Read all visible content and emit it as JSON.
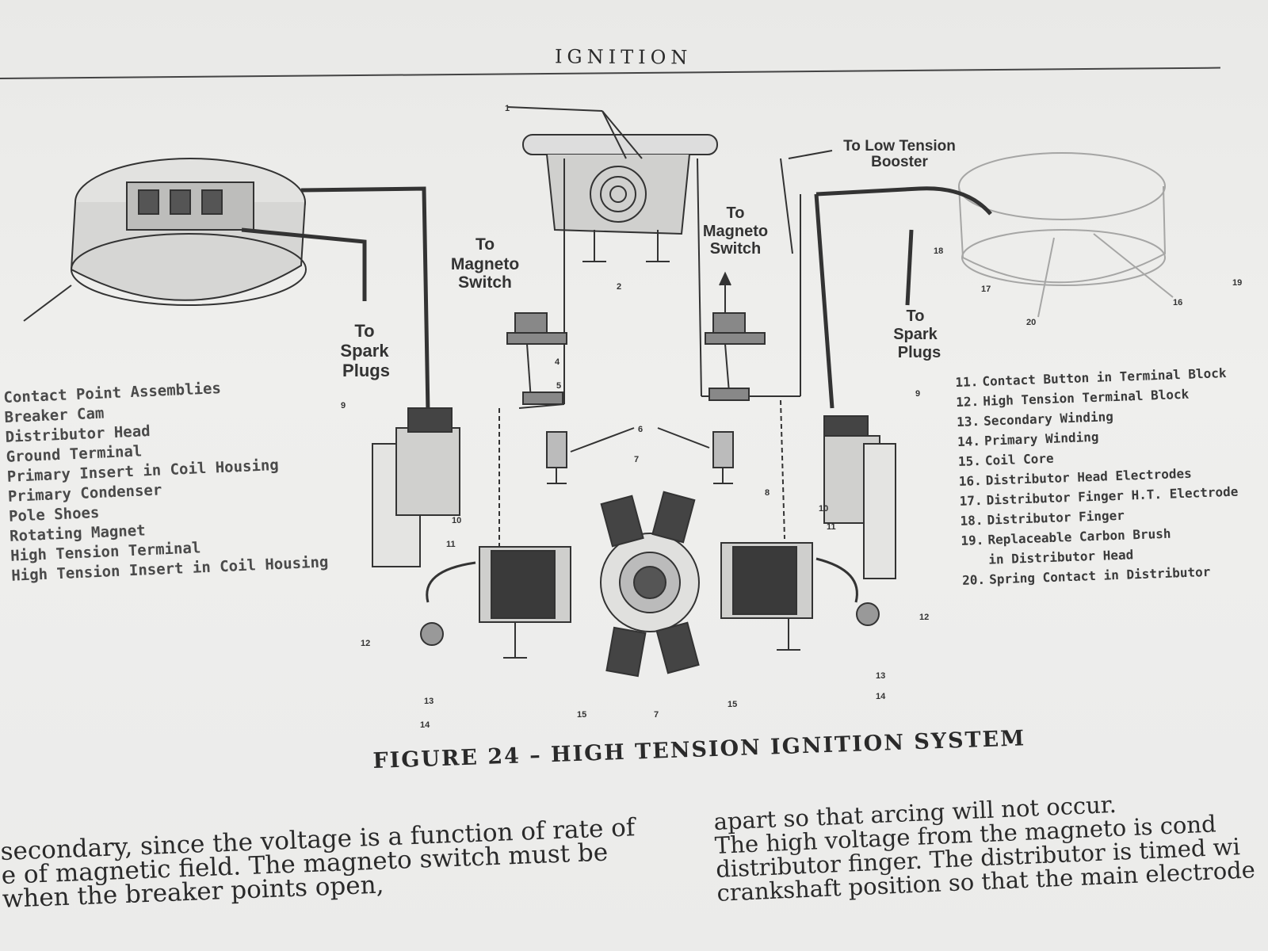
{
  "header": "IGNITION",
  "diagram_labels": {
    "to_spark_plugs_left": [
      "To",
      "Spark",
      "Plugs"
    ],
    "to_magneto_switch_left": [
      "To",
      "Magneto",
      "Switch"
    ],
    "to_magneto_switch_right": [
      "To",
      "Magneto",
      "Switch"
    ],
    "to_low_tension_booster": [
      "To Low Tension",
      "Booster"
    ],
    "to_spark_plugs_right": [
      "To",
      "Spark",
      "Plugs"
    ],
    "callouts": {
      "c1": "1",
      "c2": "2",
      "c4": "4",
      "c5": "5",
      "c6": "6",
      "c7a": "7",
      "c7b": "7",
      "c8": "8",
      "c9a": "9",
      "c9b": "9",
      "c10a": "10",
      "c10b": "10",
      "c11a": "11",
      "c11b": "11",
      "c12": "12",
      "c12b": "12",
      "c13a": "13",
      "c13b": "13",
      "c14a": "14",
      "c14b": "14",
      "c15a": "15",
      "c15b": "15",
      "c16": "16",
      "c17": "17",
      "c18": "18",
      "c19": "19",
      "c20": "20"
    }
  },
  "legend_left": [
    "Contact Point Assemblies",
    "Breaker Cam",
    "Distributor Head",
    "Ground Terminal",
    "Primary Insert in Coil Housing",
    "Primary Condenser",
    "Pole Shoes",
    "Rotating Magnet",
    "High Tension Terminal",
    "High Tension Insert in Coil Housing"
  ],
  "legend_right": [
    {
      "num": "11.",
      "text": "Contact Button in Terminal Block"
    },
    {
      "num": "12.",
      "text": "High Tension Terminal Block"
    },
    {
      "num": "13.",
      "text": "Secondary Winding"
    },
    {
      "num": "14.",
      "text": "Primary Winding"
    },
    {
      "num": "15.",
      "text": "Coil Core"
    },
    {
      "num": "16.",
      "text": "Distributor Head Electrodes"
    },
    {
      "num": "17.",
      "text": "Distributor Finger H.T. Electrode"
    },
    {
      "num": "18.",
      "text": "Distributor Finger"
    },
    {
      "num": "19.",
      "text": "Replaceable Carbon Brush",
      "cont": "in Distributor Head"
    },
    {
      "num": "20.",
      "text": "Spring Contact in Distributor"
    }
  ],
  "caption": "FIGURE 24 – HIGH TENSION IGNITION SYSTEM",
  "body_left": [
    "secondary, since the voltage is a function of rate of",
    "e of magnetic field. The magneto switch must be",
    "when the breaker points open,"
  ],
  "body_right": [
    "apart so that arcing will not occur.",
    "The high voltage from the magneto is cond",
    "distributor finger. The distributor is timed wi",
    "crankshaft position so that the main electrode"
  ]
}
